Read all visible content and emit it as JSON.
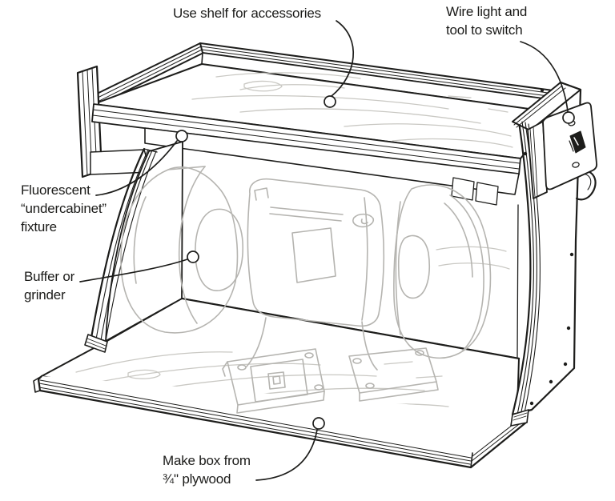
{
  "figure": {
    "subject": "Wall-mounted buffer/grinder cabinet sketch",
    "style": "hand-drawn ink illustration with ghosted grinder"
  },
  "annotations": {
    "use_shelf": {
      "text": "Use shelf for accessories"
    },
    "wire_switch": {
      "text": "Wire light and\ntool to switch"
    },
    "fluorescent": {
      "text": "Fluorescent\n“undercabinet”\nfixture"
    },
    "buffer": {
      "text": "Buffer or\ngrinder"
    },
    "plywood": {
      "text": "Make box from\n¾\" plywood"
    }
  },
  "illustration_parts": [
    "accessory-shelf",
    "back-rail",
    "left-post",
    "fluorescent-valance",
    "left-curved-side-panel",
    "right-curved-side-panel",
    "switch-box",
    "toggle-switch",
    "cord-hook",
    "bench-grinder-ghost",
    "plywood-base"
  ],
  "colors": {
    "background": "#ffffff",
    "ink": "#1d1d1b",
    "ghost": "#b5b4b0",
    "grain": "#c9c8c3"
  }
}
